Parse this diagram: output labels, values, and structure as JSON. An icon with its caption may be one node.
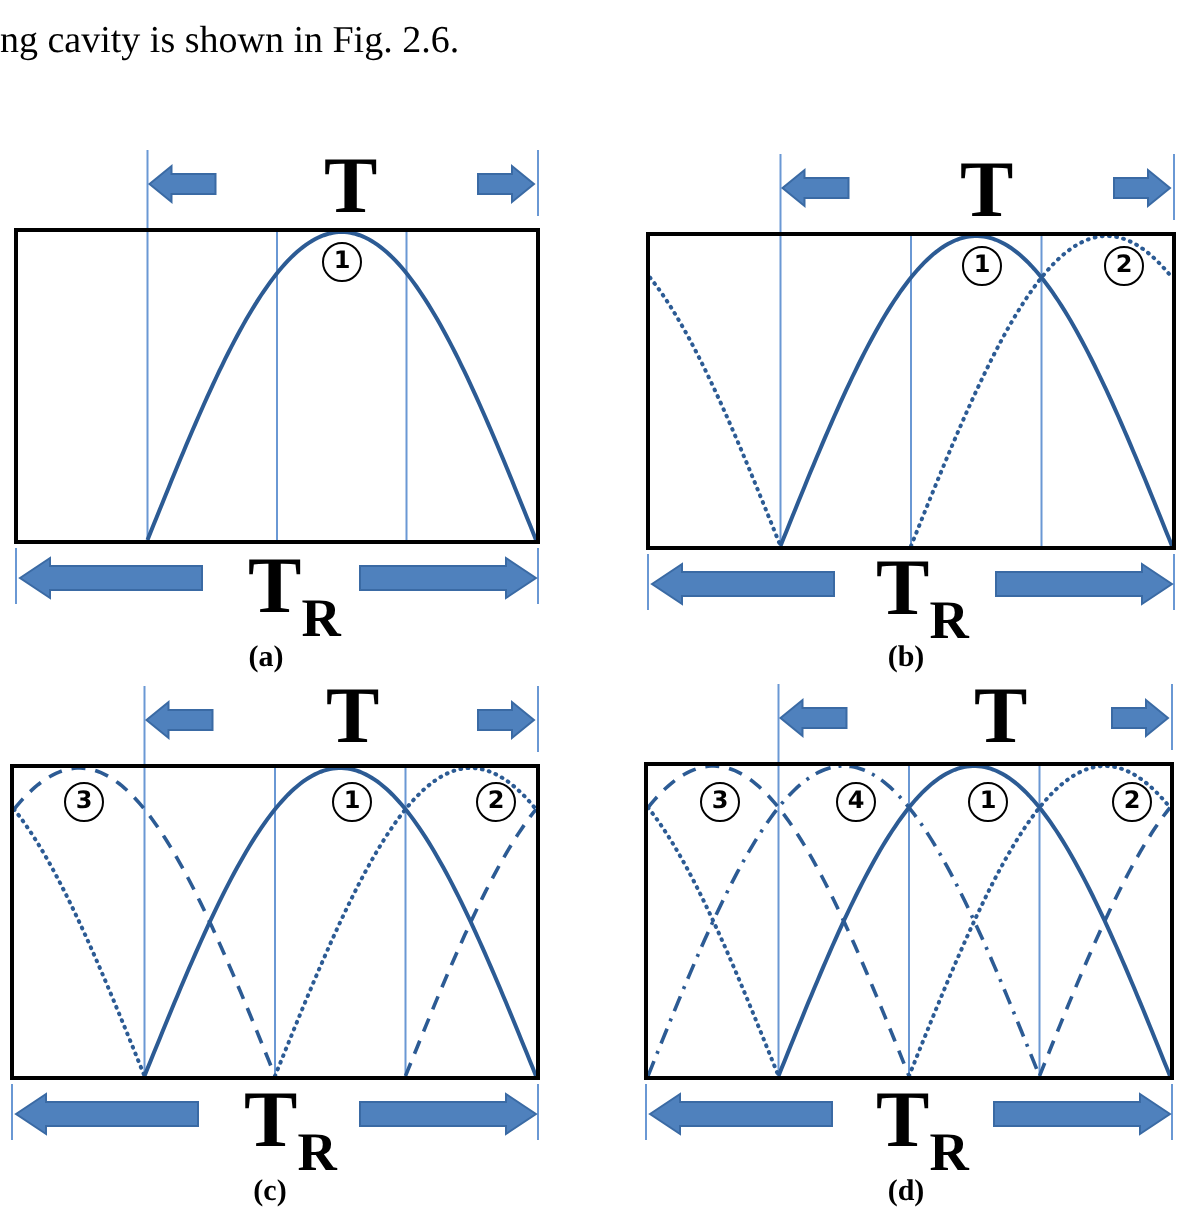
{
  "diagram": {
    "nodes": [
      {
        "text": [],
        "shape": "box",
        "beside": [
          "(a)"
        ]
      },
      {
        "text": [
          "1"
        ],
        "in": 0
      },
      {
        "text": [],
        "shape": "box",
        "beside": [
          "(b)"
        ]
      },
      {
        "text": [
          "1"
        ],
        "in": 2
      },
      {
        "text": [
          "2"
        ],
        "in": 2
      },
      {
        "text": [],
        "shape": "box",
        "beside": [
          "(c)"
        ]
      },
      {
        "text": [
          "3"
        ],
        "in": 5
      },
      {
        "text": [
          "1"
        ],
        "in": 5
      },
      {
        "text": [
          "2"
        ],
        "in": 5
      },
      {
        "text": [],
        "shape": "box",
        "beside": [
          "(d)"
        ]
      },
      {
        "text": [
          "3"
        ],
        "in": 9
      },
      {
        "text": [
          "4"
        ],
        "in": 9
      },
      {
        "text": [
          "1"
        ],
        "in": 9
      },
      {
        "text": [
          "2"
        ],
        "in": 9
      }
    ],
    "labels": [
      "ng cavity is shown in Fig. 2.6.",
      "T",
      "T",
      "T$_{R}$",
      "T$_{R}$",
      "T",
      "T",
      "T$_{R}$",
      "T$_{R}$"
    ]
  }
}
